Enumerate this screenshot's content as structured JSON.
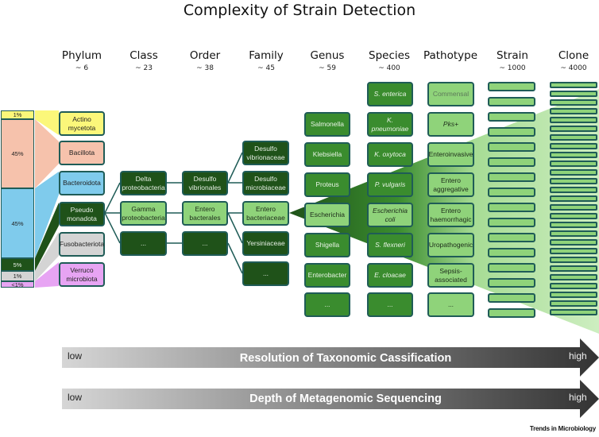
{
  "title": "Complexity of Strain Detection",
  "columns": [
    {
      "name": "Phylum",
      "count": "~ 6"
    },
    {
      "name": "Class",
      "count": "~ 23"
    },
    {
      "name": "Order",
      "count": "~ 38"
    },
    {
      "name": "Family",
      "count": "~ 45"
    },
    {
      "name": "Genus",
      "count": "~ 59"
    },
    {
      "name": "Species",
      "count": "~ 400"
    },
    {
      "name": "Pathotype",
      "count": ""
    },
    {
      "name": "Strain",
      "count": "~ 1000"
    },
    {
      "name": "Clone",
      "count": "~ 4000"
    }
  ],
  "abundance_bar": [
    {
      "label": "1%",
      "value": 1,
      "color": "#fbf77a"
    },
    {
      "label": "45%",
      "value": 45,
      "color": "#f6c2ac"
    },
    {
      "label": "45%",
      "value": 45,
      "color": "#7fcbec"
    },
    {
      "label": "5%",
      "value": 5,
      "color": "#1f5219"
    },
    {
      "label": "1%",
      "value": 1,
      "color": "#d4d4d4"
    },
    {
      "label": "<1%",
      "value": 0.5,
      "color": "#e7a4f3"
    }
  ],
  "phylum": [
    {
      "label": "Actino\nmycetota",
      "color": "#fbf77a"
    },
    {
      "label": "Bacillota",
      "color": "#f6c2ac"
    },
    {
      "label": "Bacteroidota",
      "color": "#7fcbec"
    },
    {
      "label": "Pseudo\nmonadota",
      "color": "#1f5219",
      "text_color": "#e6efe4"
    },
    {
      "label": "Fusobacteriota",
      "color": "#d4d4d4"
    },
    {
      "label": "Verruco\nmicrobiota",
      "color": "#e7a4f3"
    }
  ],
  "class": [
    {
      "label": "Delta\nproteobacteria",
      "style": "dark"
    },
    {
      "label": "Gamma\nproteobacteria",
      "style": "light"
    },
    {
      "label": "...",
      "style": "dark"
    }
  ],
  "order": [
    {
      "label": "Desulfo\nvibrionales",
      "style": "dark"
    },
    {
      "label": "Entero\nbacterales",
      "style": "light"
    },
    {
      "label": "...",
      "style": "dark"
    }
  ],
  "family": [
    {
      "label": "Desulfo\nvibrionaceae",
      "style": "dark"
    },
    {
      "label": "Desulfo\nmicrobiaceae",
      "style": "dark"
    },
    {
      "label": "Entero\nbacteriaceae",
      "style": "light"
    },
    {
      "label": "Yersiniaceae",
      "style": "dark"
    },
    {
      "label": "...",
      "style": "dark"
    }
  ],
  "genus": [
    {
      "label": "Salmonella",
      "style": "mid"
    },
    {
      "label": "Klebsiella",
      "style": "mid"
    },
    {
      "label": "Proteus",
      "style": "mid"
    },
    {
      "label": "Escherichia",
      "style": "light"
    },
    {
      "label": "Shigella",
      "style": "mid"
    },
    {
      "label": "Enterobacter",
      "style": "mid"
    },
    {
      "label": "...",
      "style": "mid"
    }
  ],
  "species": [
    {
      "label": "S. enterica",
      "style": "mid"
    },
    {
      "label": "K. pneumoniae",
      "style": "mid"
    },
    {
      "label": "K. oxytoca",
      "style": "mid"
    },
    {
      "label": "P. vulgaris",
      "style": "mid"
    },
    {
      "label": "Escherichia\ncoli",
      "style": "light"
    },
    {
      "label": "S. flexneri",
      "style": "mid"
    },
    {
      "label": "E. cloacae",
      "style": "mid"
    },
    {
      "label": "...",
      "style": "mid"
    }
  ],
  "pathotype": [
    {
      "label": "Commensal"
    },
    {
      "label": "Pks+"
    },
    {
      "label": "Enteroinvasive"
    },
    {
      "label": "Entero\naggregative"
    },
    {
      "label": "Entero\nhaemorrhagic"
    },
    {
      "label": "Uropathogenic"
    },
    {
      "label": "Sepsis-\nassociated"
    },
    {
      "label": "..."
    }
  ],
  "strain_bar_count": 16,
  "clone_bar_count": 27,
  "arrows": [
    {
      "title": "Resolution of Taxonomic Cassification",
      "low": "low",
      "high": "high"
    },
    {
      "title": "Depth of Metagenomic Sequencing",
      "low": "low",
      "high": "high"
    }
  ],
  "credit": "Trends in Microbiology",
  "colors": {
    "dark_green": "#1f5219",
    "mid_green": "#3a8c2e",
    "light_green": "#8fd37a",
    "outline": "#1f5c57"
  }
}
